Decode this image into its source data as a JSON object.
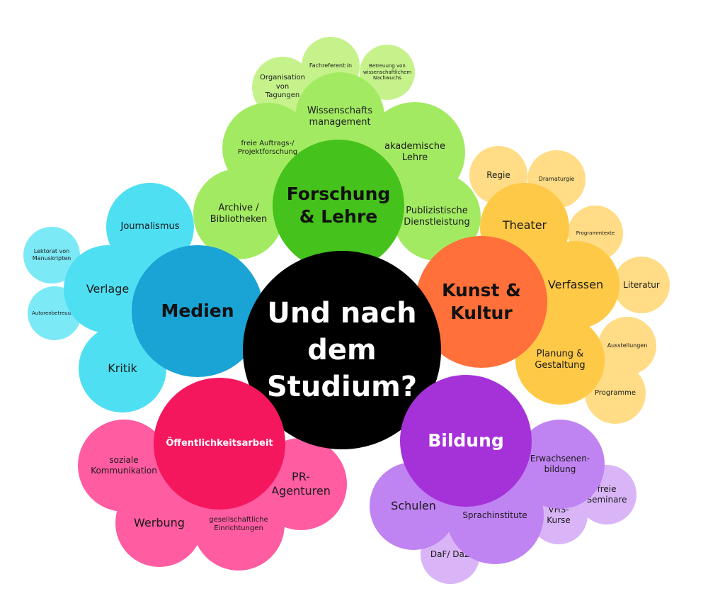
{
  "center": {
    "label": "Und nach\ndem\nStudium?"
  },
  "categories": {
    "forschung": {
      "label": "Forschung\n& Lehre",
      "color": "#45c21b"
    },
    "medien": {
      "label": "Medien",
      "color": "#1aa3d5"
    },
    "kunst": {
      "label": "Kunst &\nKultur",
      "color": "#ff703a"
    },
    "bildung": {
      "label": "Bildung",
      "color": "#a532d9"
    },
    "oeffentlichkeit": {
      "label": "Öffentlichkeitsarbeit",
      "color": "#f5175d"
    }
  },
  "colors": {
    "center": "#000000",
    "green_light": "#a3ea63",
    "green_lighter": "#c6f28c",
    "cyan_light": "#4fdff2",
    "cyan_lighter": "#7ce9f7",
    "orange_light": "#ffc948",
    "orange_lighter": "#ffdc85",
    "purple_light": "#c083f2",
    "purple_lighter": "#d9b5f7",
    "pink_light": "#ff5ca1"
  },
  "items": {
    "fachreferent": "Fachreferent:in",
    "betreuung": "Betreuung von\nwissenschaftlichem\nNachwuchs",
    "organisation": "Organisation\nvon\nTagungen",
    "wissenschaftsmanagement": "Wissenschafts\nmanagement",
    "freie_auftrags": "freie Auftrags-/\nProjektforschung",
    "akademische_lehre": "akademische\nLehre",
    "archive": "Archive /\nBibliotheken",
    "publizistische": "Publizistische\nDienstleistung",
    "journalismus": "Journalismus",
    "lektorat": "Lektorat von\nManuskripten",
    "verlage": "Verlage",
    "autorenbetreuung": "Autorenbetreuung",
    "kritik": "Kritik",
    "regie": "Regie",
    "dramaturgie": "Dramaturgie",
    "theater": "Theater",
    "programmtexte": "Programmtexte",
    "verfassen": "Verfassen",
    "literatur": "Literatur",
    "ausstellungen": "Ausstellungen",
    "planung": "Planung &\nGestaltung",
    "programme": "Programme",
    "erwachsenenbildung": "Erwachsenen-\nbildung",
    "freie_seminare": "freie\nSeminare",
    "schulen": "Schulen",
    "sprachinstitute": "Sprachinstitute",
    "vhs": "VHS-\nKurse",
    "daf": "DaF/ DaZ",
    "soziale": "soziale\nKommunikation",
    "pr": "PR-\nAgenturen",
    "werbung": "Werbung",
    "gesellschaftliche": "gesellschaftliche\nEinrichtungen"
  }
}
